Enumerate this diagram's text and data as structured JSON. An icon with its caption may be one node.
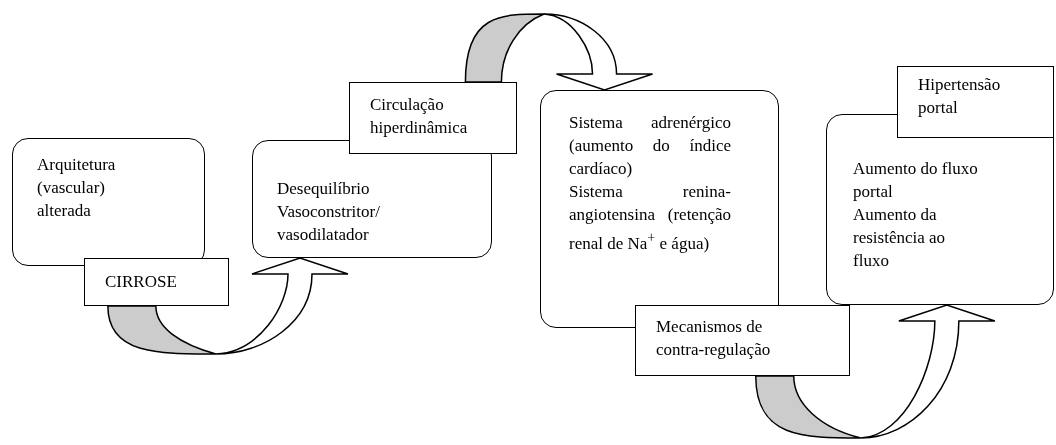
{
  "diagram": {
    "nodes": [
      {
        "text": [
          "Arquitetura (vascular) alterada"
        ]
      },
      {
        "text": [
          "CIRROSE"
        ]
      },
      {
        "text": [
          "Desequilíbrio Vasoconstritor/ vasodilatador"
        ]
      },
      {
        "text": [
          "Circulação hiperdinâmica"
        ]
      },
      {
        "text": [
          "Sistema adrenérgico (aumento do índice cardíaco)",
          "Sistema renina-angiotensina (retenção renal de Na$^{+}$ e água)"
        ]
      },
      {
        "text": [
          "Mecanismos de contra-regulação"
        ]
      },
      {
        "text": [
          "Hipertensão portal"
        ]
      },
      {
        "text": [
          "Aumento do fluxo portal",
          "Aumento da resistência ao fluxo"
        ]
      }
    ],
    "edges": [
      {
        "from": 1,
        "to": 2,
        "arrow": "to"
      },
      {
        "from": 3,
        "to": 4,
        "arrow": "to"
      },
      {
        "from": 5,
        "to": 7,
        "arrow": "to"
      }
    ]
  }
}
